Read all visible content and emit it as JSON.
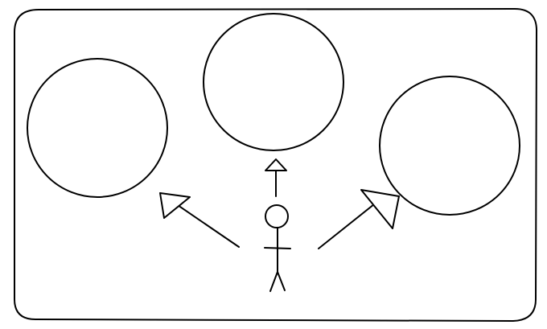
{
  "diagram": {
    "type": "sketch",
    "colors": {
      "background": "#ffffff",
      "ink": "#000000"
    },
    "frame": {
      "shape": "rounded-rectangle"
    },
    "nodes": [
      {
        "id": "circle-left",
        "shape": "circle",
        "label": ""
      },
      {
        "id": "circle-center",
        "shape": "circle",
        "label": ""
      },
      {
        "id": "circle-right",
        "shape": "circle",
        "label": ""
      }
    ],
    "actor": {
      "shape": "stick-figure",
      "label": ""
    },
    "edges": [
      {
        "from": "actor",
        "to": "circle-left",
        "arrowhead": "open-triangle"
      },
      {
        "from": "actor",
        "to": "circle-center",
        "arrowhead": "open-triangle"
      },
      {
        "from": "actor",
        "to": "circle-right",
        "arrowhead": "open-triangle"
      }
    ]
  }
}
